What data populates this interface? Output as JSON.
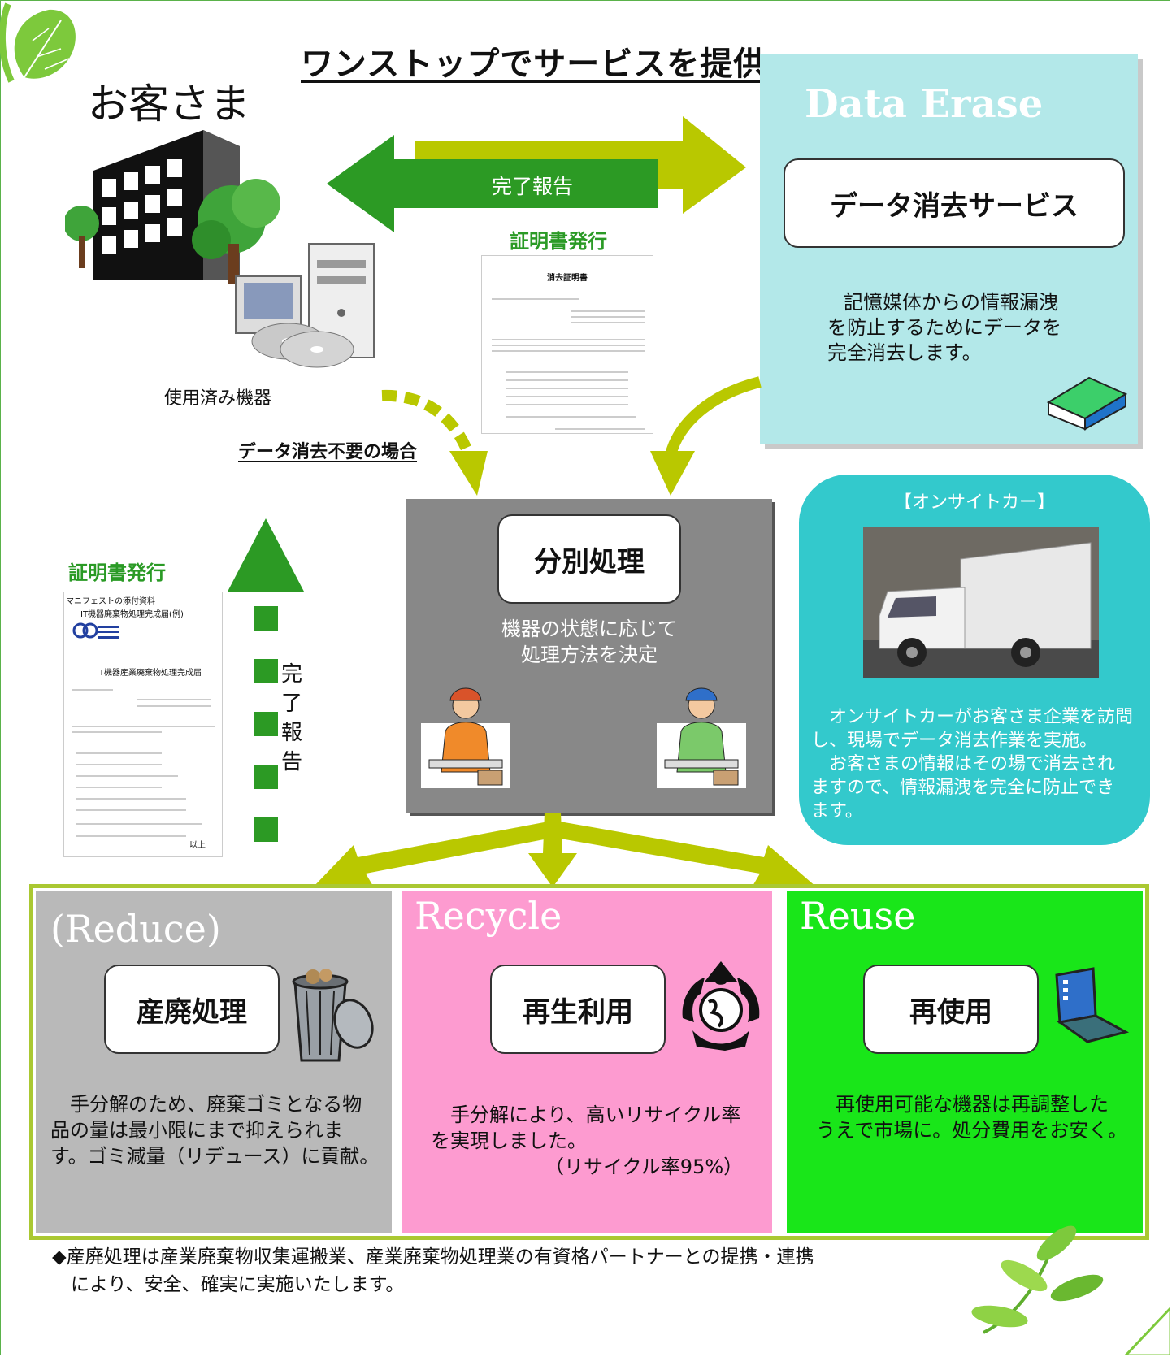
{
  "title": "ワンストップでサービスを提供",
  "customer": {
    "label": "お客さま",
    "equipment_label": "使用済み機器"
  },
  "top_arrow": {
    "label": "完了報告"
  },
  "certificate_top": {
    "label": "証明書発行",
    "doc_title": "消去証明書"
  },
  "dashed_label": "データ消去不要の場合",
  "data_erase": {
    "title": "Data Erase",
    "service": "データ消去サービス",
    "description": [
      "記憶媒体からの情報漏洩",
      "を防止するためにデータを",
      "完全消去します。"
    ]
  },
  "certificate_left": {
    "label": "証明書発行",
    "doc_line1": "マニフェストの添付資料",
    "doc_line2": "IT機器廃棄物処理完成届(例)",
    "doc_title": "IT機器産業廃棄物処理完成届",
    "signoff": "以上"
  },
  "vertical_report": [
    "完",
    "了",
    "報",
    "告"
  ],
  "sorting": {
    "title": "分別処理",
    "description": [
      "機器の状態に応じて",
      "処理方法を決定"
    ]
  },
  "onsite": {
    "title": "【オンサイトカー】",
    "description": [
      "　オンサイトカーがお客さま企業を訪問",
      "し、現場でデータ消去作業を実施。",
      "　お客さまの情報はその場で消去され",
      "ますので、情報漏洩を完全に防止でき",
      "ます。"
    ]
  },
  "reduce": {
    "title": "(Reduce)",
    "label": "産廃処理",
    "description": [
      "　手分解のため、廃棄ゴミとなる物",
      "品の量は最小限にまで抑えられま",
      "す。ゴミ減量（リデュース）に貢献。"
    ]
  },
  "recycle": {
    "title": "Recycle",
    "label": "再生利用",
    "description": [
      "　手分解により、高いリサイクル率",
      "を実現しました。"
    ],
    "rate": "（リサイクル率95%）"
  },
  "reuse": {
    "title": "Reuse",
    "label": "再使用",
    "description": [
      "　再使用可能な機器は再調整した",
      "うえで市場に。処分費用をお安く。"
    ]
  },
  "footnote": [
    "◆産廃処理は産業廃棄物収集運搬業、産業廃棄物処理業の有資格パートナーとの提携・連携",
    "　により、安全、確実に実施いたします。"
  ],
  "colors": {
    "accent_green": "#2a9a25",
    "olive": "#b9c800",
    "reduce_bg": "#b9b9b9",
    "recycle_bg": "#fd9bd0",
    "reuse_bg": "#19e619",
    "erase_bg": "#b3e8e9",
    "onsite_bg": "#33c9cc"
  }
}
